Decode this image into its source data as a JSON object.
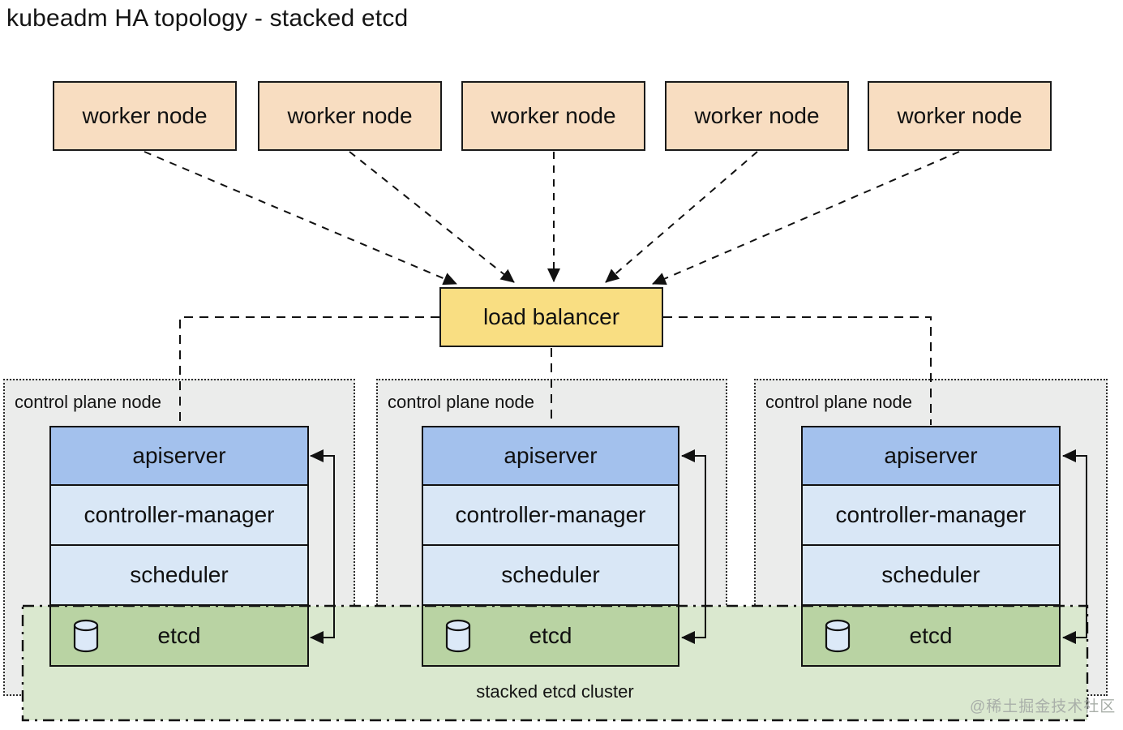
{
  "title": "kubeadm HA topology - stacked etcd",
  "workers": [
    {
      "label": "worker node"
    },
    {
      "label": "worker node"
    },
    {
      "label": "worker node"
    },
    {
      "label": "worker node"
    },
    {
      "label": "worker node"
    }
  ],
  "load_balancer": {
    "label": "load balancer"
  },
  "control_planes": [
    {
      "label": "control plane node",
      "components": [
        "apiserver",
        "controller-manager",
        "scheduler",
        "etcd"
      ]
    },
    {
      "label": "control plane node",
      "components": [
        "apiserver",
        "controller-manager",
        "scheduler",
        "etcd"
      ]
    },
    {
      "label": "control plane node",
      "components": [
        "apiserver",
        "controller-manager",
        "scheduler",
        "etcd"
      ]
    }
  ],
  "etcd_cluster": {
    "label": "stacked etcd cluster"
  },
  "watermark": "@稀土掘金技术社区",
  "icons": {
    "etcd_icon": "database-cylinder-icon"
  },
  "colors": {
    "worker_fill": "#f8ddc1",
    "lb_fill": "#f9de82",
    "apiserver_fill": "#a3c1ed",
    "component_fill": "#d9e7f6",
    "etcd_fill": "#b9d3a3",
    "band_fill": "#dae8cf",
    "cp_fill": "#ebeceb",
    "cylinder_fill": "#dce9f8",
    "watermark": "#a9afa9"
  }
}
